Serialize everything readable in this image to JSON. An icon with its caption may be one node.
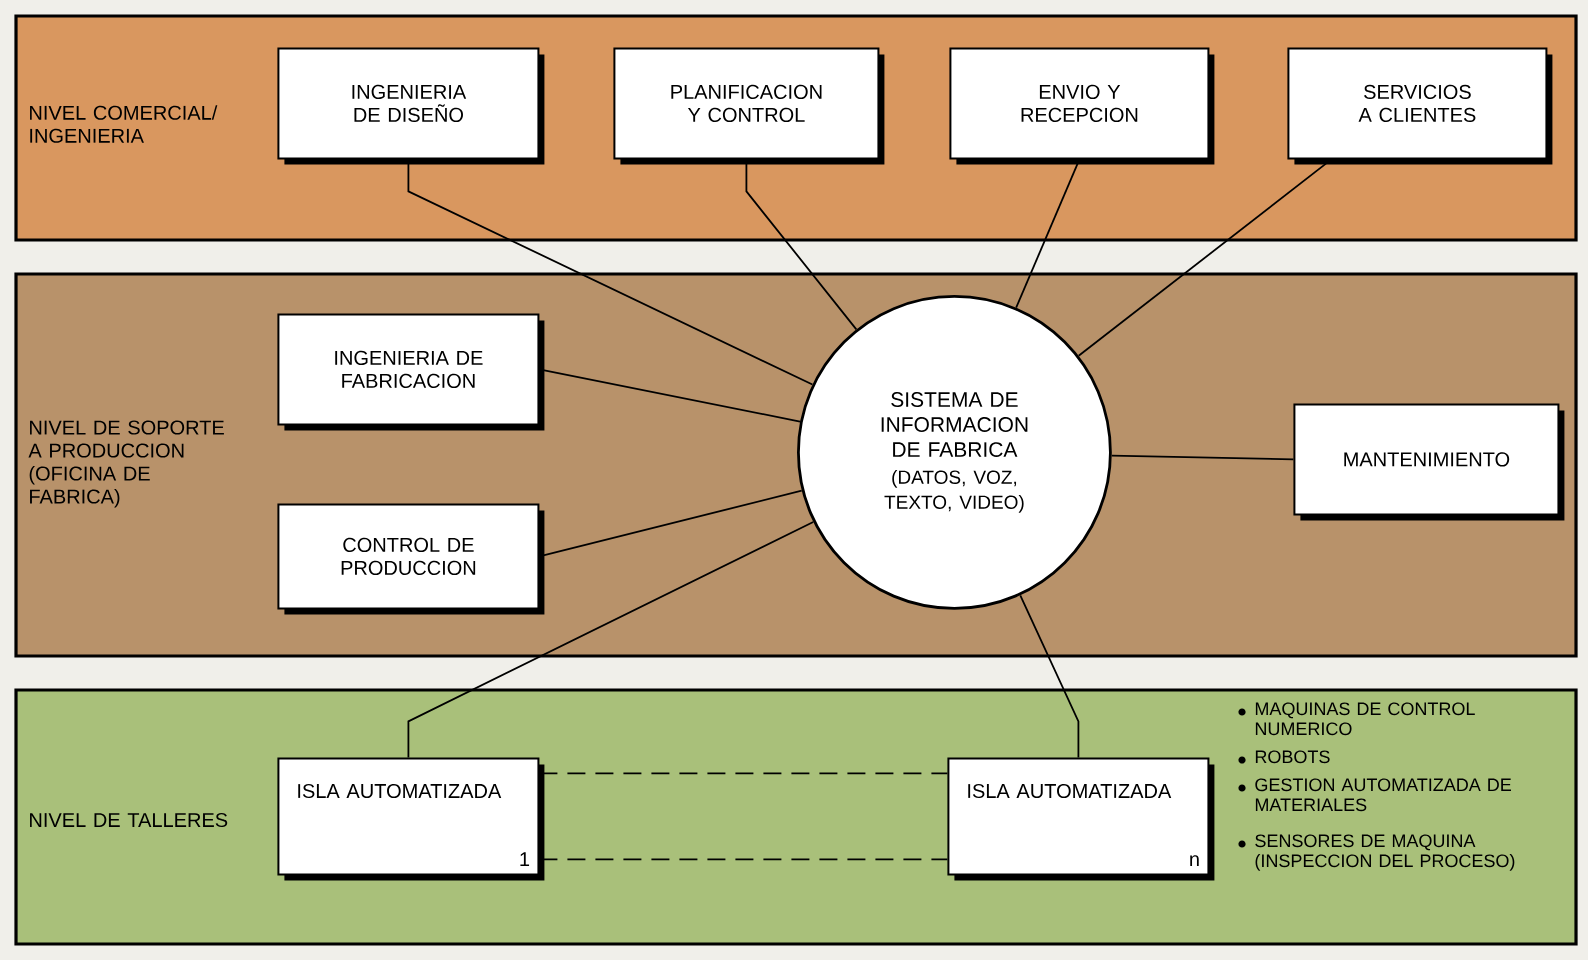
{
  "diagram": {
    "nodes": [
      {
        "text": [
          "NIVEL COMERCIAL/ INGENIERIA"
        ]
      },
      {
        "text": [
          "INGENIERIA DE DISEÑO"
        ],
        "in": 0
      },
      {
        "text": [
          "PLANIFICACION Y CONTROL"
        ],
        "in": 0
      },
      {
        "text": [
          "ENVIO Y RECEPCION"
        ],
        "in": 0
      },
      {
        "text": [
          "SERVICIOS A CLIENTES"
        ],
        "in": 0
      },
      {
        "text": [
          "NIVEL DE SOPORTE A PRODUCCION (OFICINA DE FABRICA)"
        ]
      },
      {
        "text": [
          "INGENIERIA DE FABRICACION"
        ],
        "in": 5
      },
      {
        "text": [
          "CONTROL DE PRODUCCION"
        ],
        "in": 5
      },
      {
        "text": [
          "SISTEMA DE INFORMACION DE FABRICA",
          "(DATOS, VOZ, TEXTO, VIDEO)"
        ],
        "in": 5
      },
      {
        "text": [
          "MANTENIMIENTO"
        ],
        "in": 5
      },
      {
        "text": [
          "NIVEL DE TALLERES"
        ]
      },
      {
        "text": [
          "ISLA AUTOMATIZADA",
          "1"
        ],
        "in": 10
      },
      {
        "text": [
          "ISLA AUTOMATIZADA",
          "n"
        ],
        "in": 10
      }
    ],
    "edges": [
      {
        "from": 1,
        "to": 8,
        "arrow": "none"
      },
      {
        "from": 2,
        "to": 8,
        "arrow": "none"
      },
      {
        "from": 3,
        "to": 8,
        "arrow": "none"
      },
      {
        "from": 4,
        "to": 8,
        "arrow": "none"
      },
      {
        "from": 6,
        "to": 8,
        "arrow": "none"
      },
      {
        "from": 7,
        "to": 8,
        "arrow": "none"
      },
      {
        "from": 9,
        "to": 8,
        "arrow": "none"
      },
      {
        "from": 11,
        "to": 8,
        "arrow": "none"
      },
      {
        "from": 12,
        "to": 8,
        "arrow": "none"
      },
      {
        "from": 11,
        "to": 12,
        "arrow": "none",
        "style": "dashed"
      },
      {
        "from": 11,
        "to": 12,
        "arrow": "none",
        "style": "dashed"
      }
    ],
    "labels": [
      "MAQUINAS DE CONTROL NUMERICO",
      "ROBOTS",
      "GESTION AUTOMATIZADA DE MATERIALES",
      "SENSORES DE MAQUINA (INSPECCION DEL PROCESO)"
    ]
  }
}
